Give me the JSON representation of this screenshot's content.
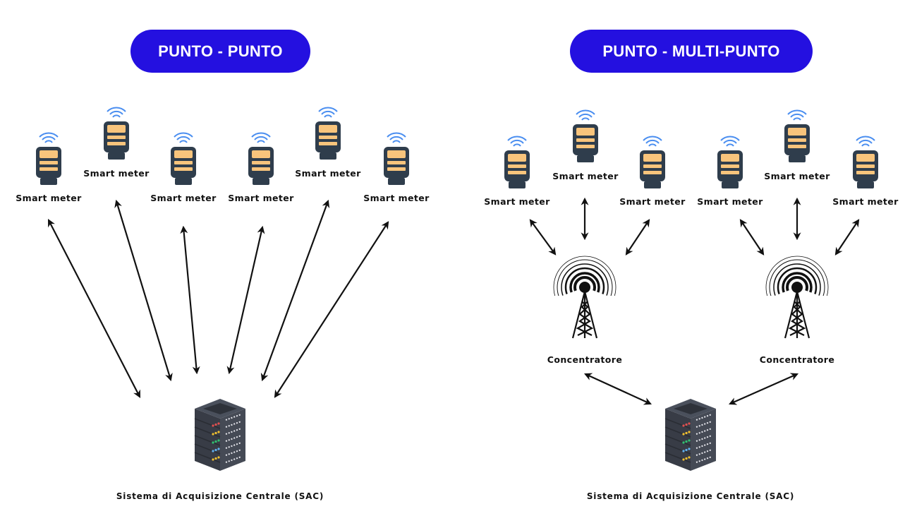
{
  "left": {
    "title": "PUNTO - PUNTO",
    "meters": [
      "Smart meter",
      "Smart meter",
      "Smart meter",
      "Smart meter",
      "Smart meter",
      "Smart meter"
    ],
    "server_label": "Sistema di Acquisizione Centrale (SAC)"
  },
  "right": {
    "title": "PUNTO - MULTI-PUNTO",
    "meters": [
      "Smart meter",
      "Smart meter",
      "Smart meter",
      "Smart meter",
      "Smart meter",
      "Smart meter"
    ],
    "concentrators": [
      "Concentratore",
      "Concentratore"
    ],
    "server_label": "Sistema di Acquisizione Centrale (SAC)"
  },
  "colors": {
    "pill": "#2410e0",
    "meter_body": "#2f3d4c",
    "meter_screen": "#f8c47c",
    "wifi": "#4a8ef0",
    "server": "#3a3f4a"
  }
}
